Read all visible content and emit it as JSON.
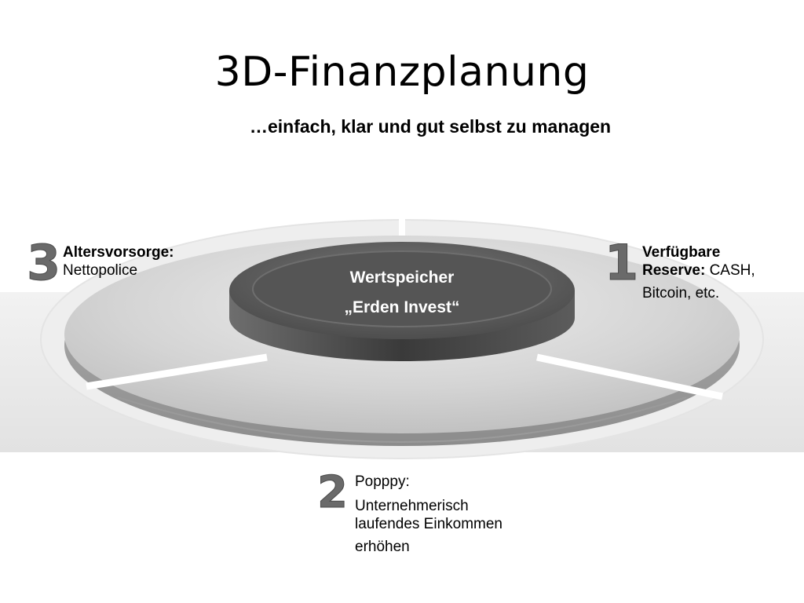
{
  "title": "3D-Finanzplanung",
  "subtitle": "…einfach, klar und gut selbst zu managen",
  "center": {
    "line1": "Wertspeicher",
    "line2": "„Erden Invest“"
  },
  "segments": [
    {
      "number": "1",
      "label_bold": "Verfügbare Reserve:",
      "label_bold_1": "Verfügbare",
      "label_bold_2": "Reserve:",
      "label_text": "CASH,",
      "label_line3": "Bitcoin, etc."
    },
    {
      "number": "2",
      "label_line1": "Popppy:",
      "label_line2": "Unternehmerisch",
      "label_line3": "laufendes Einkommen",
      "label_line4": "erhöhen"
    },
    {
      "number": "3",
      "label_bold": "Altersvorsorge:",
      "label_text": "Nettopolice"
    }
  ],
  "colors": {
    "background": "#ffffff",
    "band": "#e6e6e6",
    "ring_light": "#d2d2d2",
    "ring_dark": "#9a9a9a",
    "hub_top": "#5f5f5f",
    "hub_side": "#3e3e3e",
    "number_fill": "#6a6a6a"
  }
}
